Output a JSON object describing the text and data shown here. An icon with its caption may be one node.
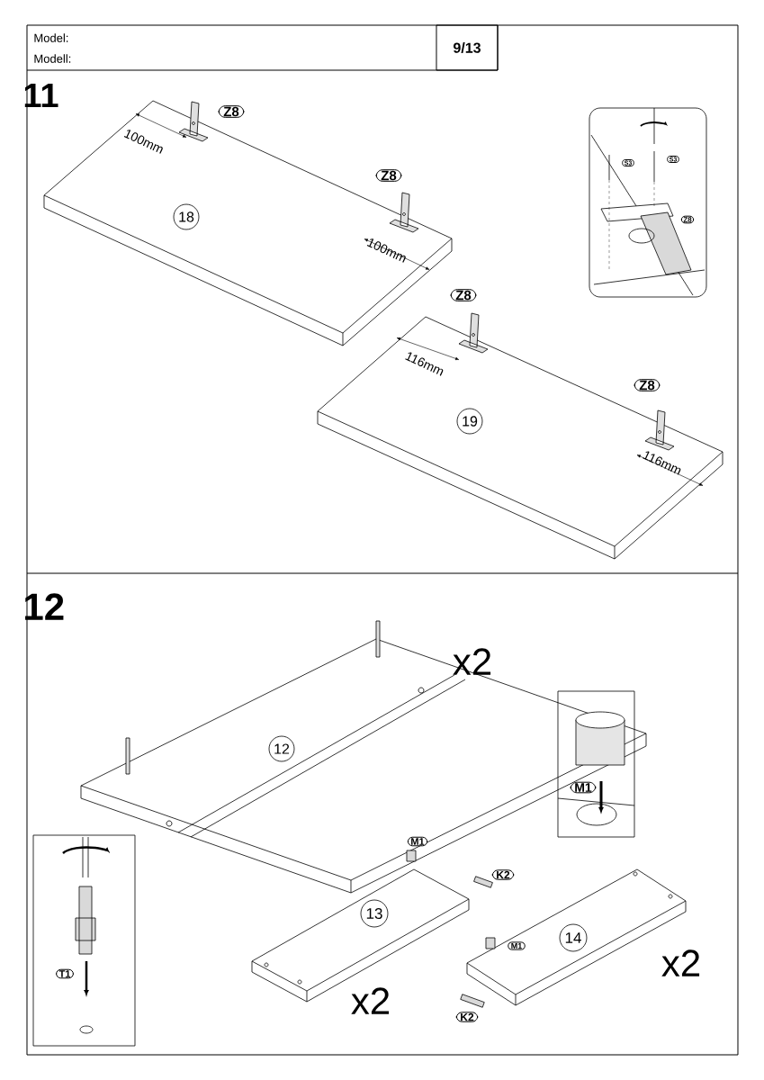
{
  "diagram": {
    "nodes": [
      {
        "text": [
          "18"
        ]
      },
      {
        "text": [
          "Z8"
        ]
      },
      {
        "text": [
          "Z8"
        ]
      },
      {
        "text": [
          "S3"
        ]
      },
      {
        "text": [
          "S3"
        ]
      },
      {
        "text": [
          "Z8"
        ]
      },
      {
        "text": [
          "Z8"
        ]
      },
      {
        "text": [
          "19"
        ]
      },
      {
        "text": [
          "Z8"
        ]
      },
      {
        "text": [
          "12"
        ]
      },
      {
        "text": [
          "M1"
        ]
      },
      {
        "text": [
          "M1"
        ]
      },
      {
        "text": [
          "K2"
        ]
      },
      {
        "text": [
          "13"
        ]
      },
      {
        "text": [
          "14"
        ]
      },
      {
        "text": [
          "M1"
        ]
      },
      {
        "text": [
          "K2"
        ]
      },
      {
        "text": [
          "T1"
        ]
      }
    ],
    "labels": [
      "Model:",
      "Modell:",
      "9/13",
      "11",
      "100mm",
      "100mm",
      "116mm",
      "116mm",
      "12",
      "x2",
      "x2",
      "x2"
    ]
  }
}
